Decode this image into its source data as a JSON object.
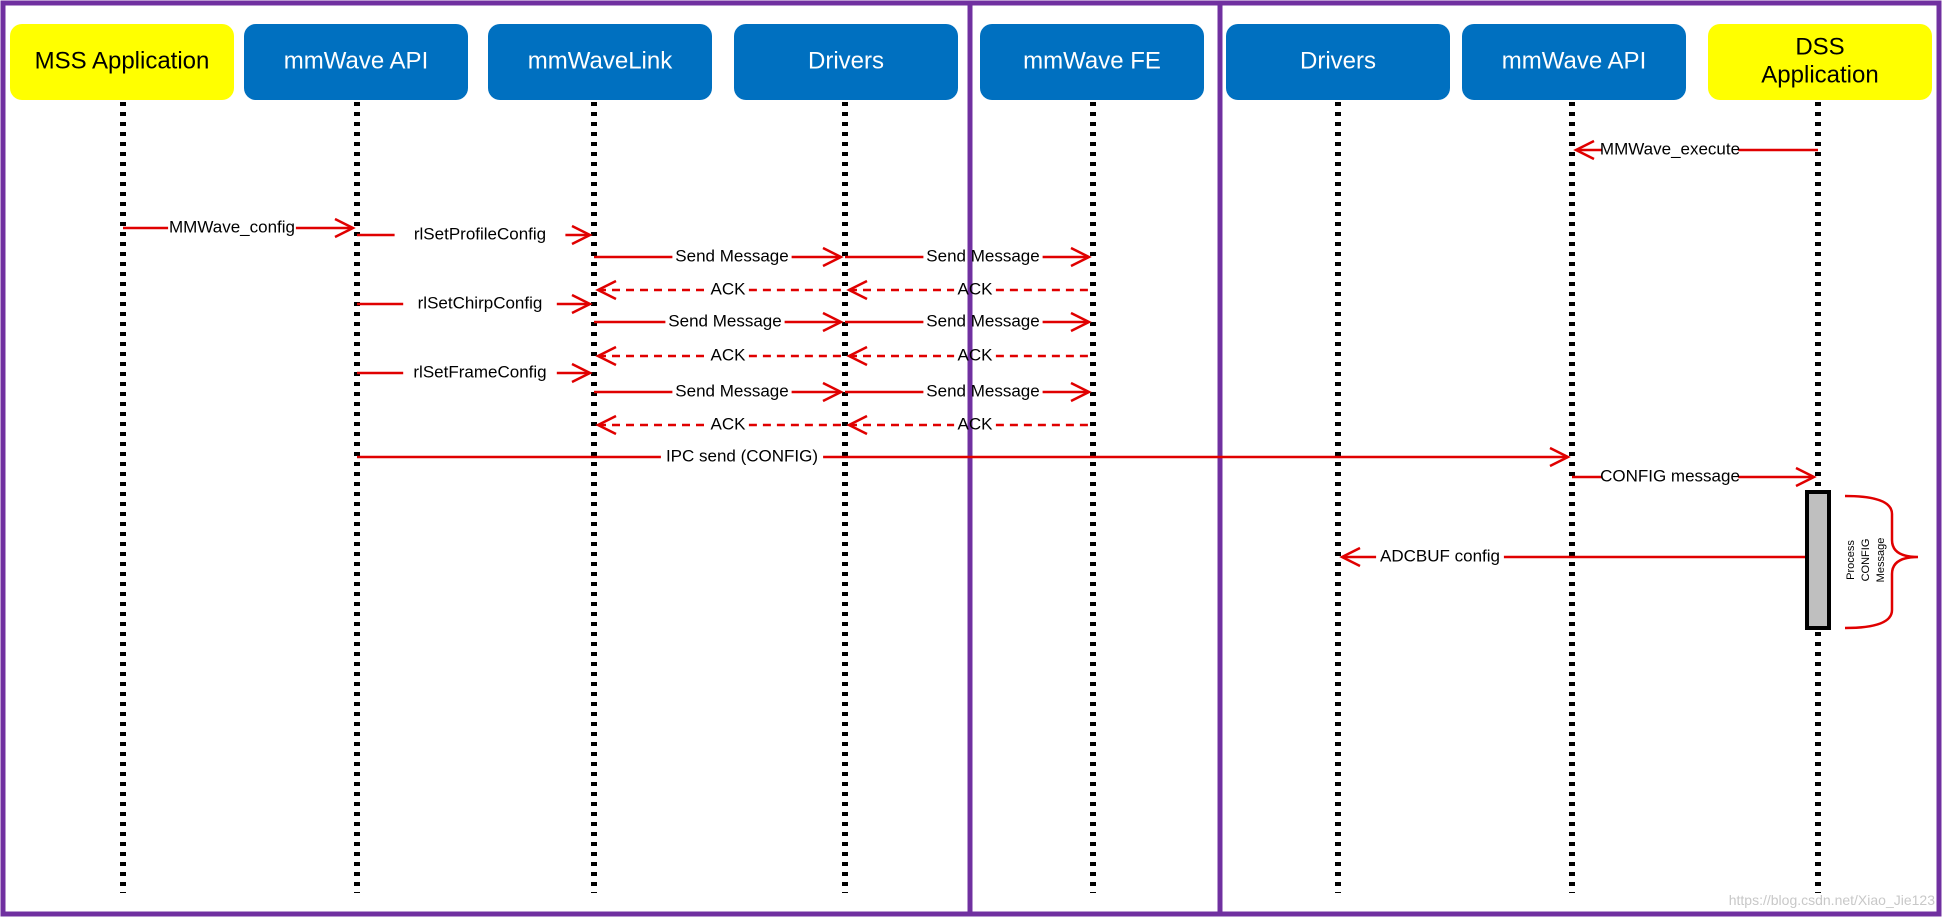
{
  "participants": [
    {
      "id": "mss_app",
      "label": "MSS Application",
      "style": "yellow"
    },
    {
      "id": "mmw_api_mss",
      "label": "mmWave API",
      "style": "blue"
    },
    {
      "id": "mmwavelink",
      "label": "mmWaveLink",
      "style": "blue"
    },
    {
      "id": "drivers_mss",
      "label": "Drivers",
      "style": "blue"
    },
    {
      "id": "mmw_fe",
      "label": "mmWave FE",
      "style": "blue"
    },
    {
      "id": "drivers_dss",
      "label": "Drivers",
      "style": "blue"
    },
    {
      "id": "mmw_api_dss",
      "label": "mmWave API",
      "style": "blue"
    },
    {
      "id": "dss_app",
      "label": [
        "DSS",
        "Application"
      ],
      "style": "yellow"
    }
  ],
  "messages": [
    {
      "from": "dss_app",
      "to": "mmw_api_dss",
      "label": "MMWave_execute",
      "dashed": false
    },
    {
      "from": "mss_app",
      "to": "mmw_api_mss",
      "label": "MMWave_config",
      "dashed": false
    },
    {
      "from": "mmw_api_mss",
      "to": "mmwavelink",
      "label": "rlSetProfileConfig",
      "dashed": false
    },
    {
      "from": "mmwavelink",
      "to": "drivers_mss",
      "label": "Send Message",
      "dashed": false
    },
    {
      "from": "drivers_mss",
      "to": "mmw_fe",
      "label": "Send Message",
      "dashed": false
    },
    {
      "from": "drivers_mss",
      "to": "mmwavelink",
      "label": "ACK",
      "dashed": true
    },
    {
      "from": "mmw_fe",
      "to": "drivers_mss",
      "label": "ACK",
      "dashed": true
    },
    {
      "from": "mmw_api_mss",
      "to": "mmwavelink",
      "label": "rlSetChirpConfig",
      "dashed": false
    },
    {
      "from": "mmwavelink",
      "to": "drivers_mss",
      "label": "Send Message",
      "dashed": false
    },
    {
      "from": "drivers_mss",
      "to": "mmw_fe",
      "label": "Send Message",
      "dashed": false
    },
    {
      "from": "drivers_mss",
      "to": "mmwavelink",
      "label": "ACK",
      "dashed": true
    },
    {
      "from": "mmw_fe",
      "to": "drivers_mss",
      "label": "ACK",
      "dashed": true
    },
    {
      "from": "mmw_api_mss",
      "to": "mmwavelink",
      "label": "rlSetFrameConfig",
      "dashed": false
    },
    {
      "from": "mmwavelink",
      "to": "drivers_mss",
      "label": "Send Message",
      "dashed": false
    },
    {
      "from": "drivers_mss",
      "to": "mmw_fe",
      "label": "Send Message",
      "dashed": false
    },
    {
      "from": "drivers_mss",
      "to": "mmwavelink",
      "label": "ACK",
      "dashed": true
    },
    {
      "from": "mmw_fe",
      "to": "drivers_mss",
      "label": "ACK",
      "dashed": true
    },
    {
      "from": "mmw_api_mss",
      "to": "mmw_api_dss",
      "label": "IPC send (CONFIG)",
      "dashed": false
    },
    {
      "from": "mmw_api_dss",
      "to": "dss_app",
      "label": "CONFIG message",
      "dashed": false
    },
    {
      "from": "dss_app",
      "to": "drivers_dss",
      "label": "ADCBUF config",
      "dashed": false
    }
  ],
  "activation": {
    "participant": "dss_app",
    "label": [
      "Process",
      "CONFIG",
      "Message"
    ]
  },
  "watermark": "https://blog.csdn.net/Xiao_Jie123",
  "colors": {
    "region_border": "#7030a0",
    "yellow": "#ffff00",
    "blue": "#0070c0",
    "arrow": "#e00000"
  }
}
